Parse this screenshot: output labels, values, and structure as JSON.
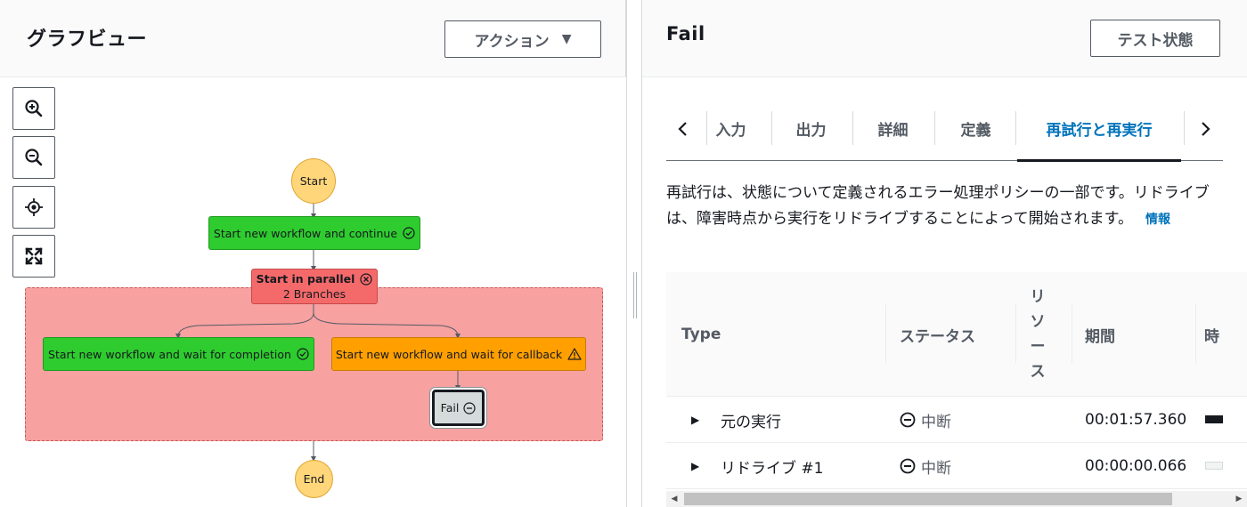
{
  "graph_panel": {
    "title": "グラフビュー",
    "action_button": "アクション",
    "zoom_controls": [
      {
        "icon": "zoom-in-icon"
      },
      {
        "icon": "zoom-out-icon"
      },
      {
        "icon": "center-icon"
      },
      {
        "icon": "fit-icon"
      }
    ],
    "nodes": {
      "start": "Start",
      "workflow_continue": "Start new workflow and continue",
      "parallel_title": "Start in parallel",
      "parallel_sub": "2 Branches",
      "wait_completion": "Start new workflow and wait for completion",
      "wait_callback": "Start new workflow and wait for callback",
      "fail": "Fail",
      "end": "End"
    },
    "colors": {
      "succeeded": "#2ecc2e",
      "caught_error": "#ff9f00",
      "failed": "#f46a6a",
      "terminal": "#ffd77a"
    }
  },
  "detail_panel": {
    "title": "Fail",
    "test_button": "テスト状態",
    "tabs": [
      "入力",
      "出力",
      "詳細",
      "定義",
      "再試行と再実行"
    ],
    "active_tab": "再試行と再実行",
    "description": "再試行は、状態について定義されるエラー処理ポリシーの一部です。リドライブは、障害時点から実行をリドライブすることによって開始されます。",
    "info_link": "情報",
    "table": {
      "headers": {
        "type": "Type",
        "status": "ステータス",
        "resource": [
          "リ",
          "ソ",
          "ー",
          "ス"
        ],
        "duration": "期間",
        "timeline": "時"
      },
      "rows": [
        {
          "type": "元の実行",
          "status": "中断",
          "duration": "00:01:57.360",
          "bar_color": "#16191f"
        },
        {
          "type": "リドライブ #1",
          "status": "中断",
          "duration": "00:00:00.066",
          "bar_color": "#f2f3f3"
        }
      ]
    }
  }
}
